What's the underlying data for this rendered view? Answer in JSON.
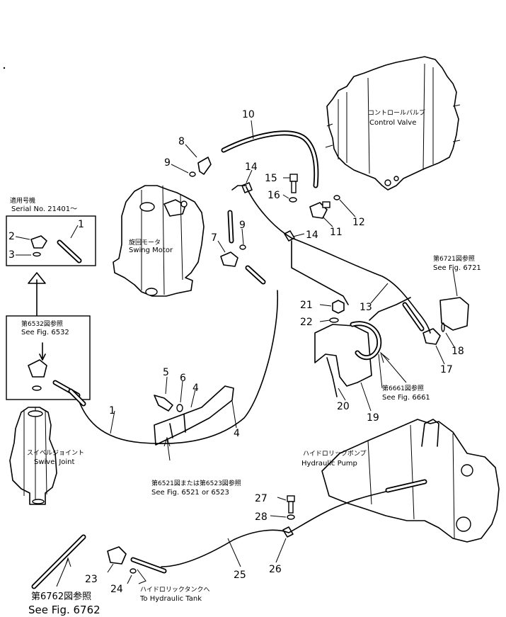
{
  "parts": [
    "1",
    "2",
    "3",
    "4",
    "4",
    "5",
    "6",
    "7",
    "8",
    "9",
    "9",
    "10",
    "11",
    "12",
    "13",
    "14",
    "14",
    "15",
    "16",
    "17",
    "18",
    "19",
    "20",
    "21",
    "22",
    "23",
    "24",
    "25",
    "26",
    "27",
    "28"
  ],
  "labels": {
    "control_valve_jp": "コントロールバルブ",
    "control_valve_en": "Control Valve",
    "swing_motor_jp": "旋回モータ",
    "swing_motor_en": "Swing Motor",
    "swivel_joint_jp": "スイベルジョイント",
    "swivel_joint_en": "Swivel Joint",
    "hydraulic_pump_jp": "ハイドロリックポンプ",
    "hydraulic_pump_en": "Hydraulic Pump",
    "to_tank_jp": "ハイドロリックタンクへ",
    "to_tank_en": "To Hydraulic Tank"
  },
  "serial_box": {
    "jp": "適用号機",
    "en": "Serial No. 21401～"
  },
  "refs": {
    "fig6532_jp": "第6532図参照",
    "fig6532_en": "See Fig. 6532",
    "fig6721_jp": "第6721図参照",
    "fig6721_en": "See Fig. 6721",
    "fig6661_jp": "第6661図参照",
    "fig6661_en": "See Fig. 6661",
    "fig6521_jp": "第6521図または第6523図参照",
    "fig6521_en": "See Fig. 6521 or 6523",
    "fig6762_jp": "第6762図参照",
    "fig6762_en": "See Fig. 6762"
  }
}
